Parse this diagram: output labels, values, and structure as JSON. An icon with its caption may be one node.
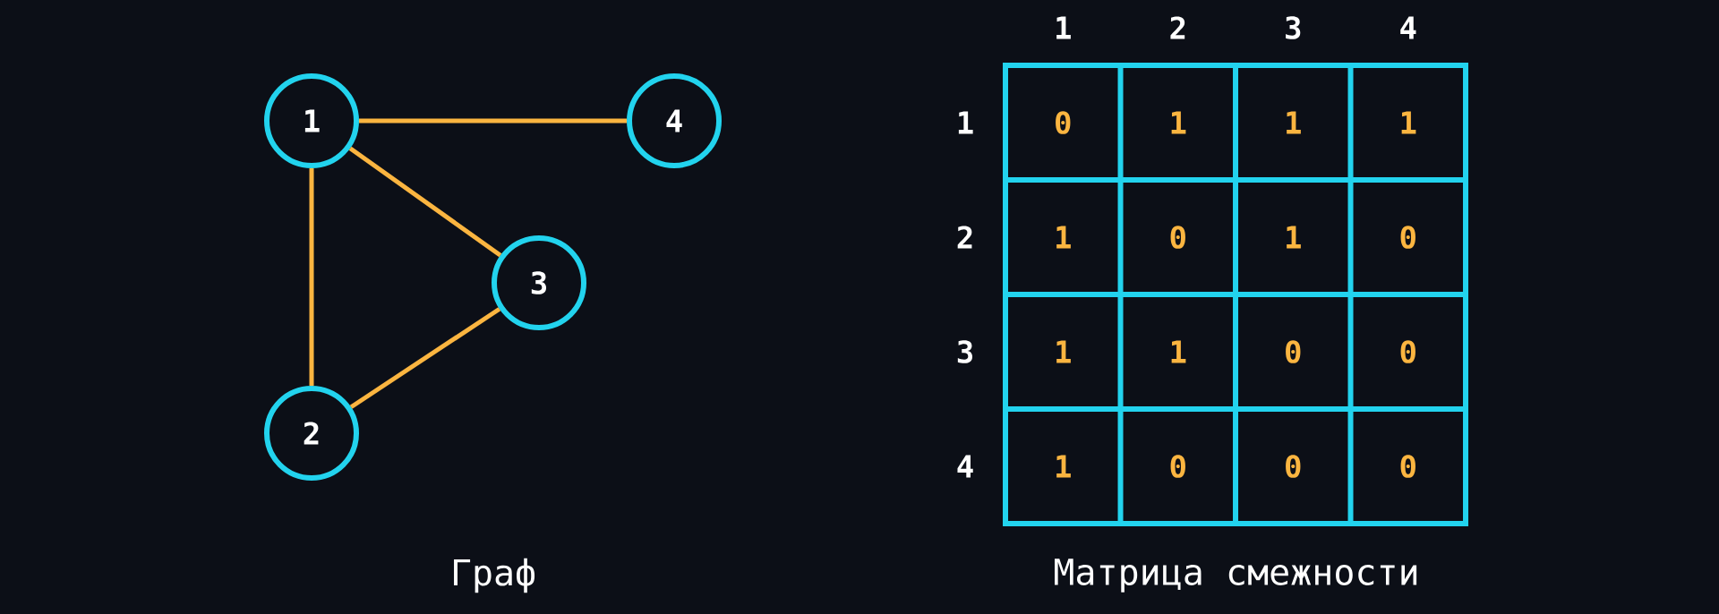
{
  "diagram": {
    "nodes": [
      {
        "text": [
          "1"
        ]
      },
      {
        "text": [
          "2"
        ]
      },
      {
        "text": [
          "3"
        ]
      },
      {
        "text": [
          "4"
        ]
      }
    ],
    "edges": [
      {
        "from": 0,
        "to": 3,
        "arrow": "none"
      },
      {
        "from": 0,
        "to": 2,
        "arrow": "none"
      },
      {
        "from": 0,
        "to": 1,
        "arrow": "none"
      },
      {
        "from": 1,
        "to": 2,
        "arrow": "none"
      }
    ],
    "labels": [
      "1",
      "2",
      "3",
      "4",
      "1",
      "0",
      "1",
      "1",
      "1",
      "2",
      "1",
      "0",
      "1",
      "0",
      "3",
      "1",
      "1",
      "0",
      "0",
      "4",
      "1",
      "0",
      "0",
      "0",
      "Граф",
      "Матрица смежности"
    ]
  }
}
